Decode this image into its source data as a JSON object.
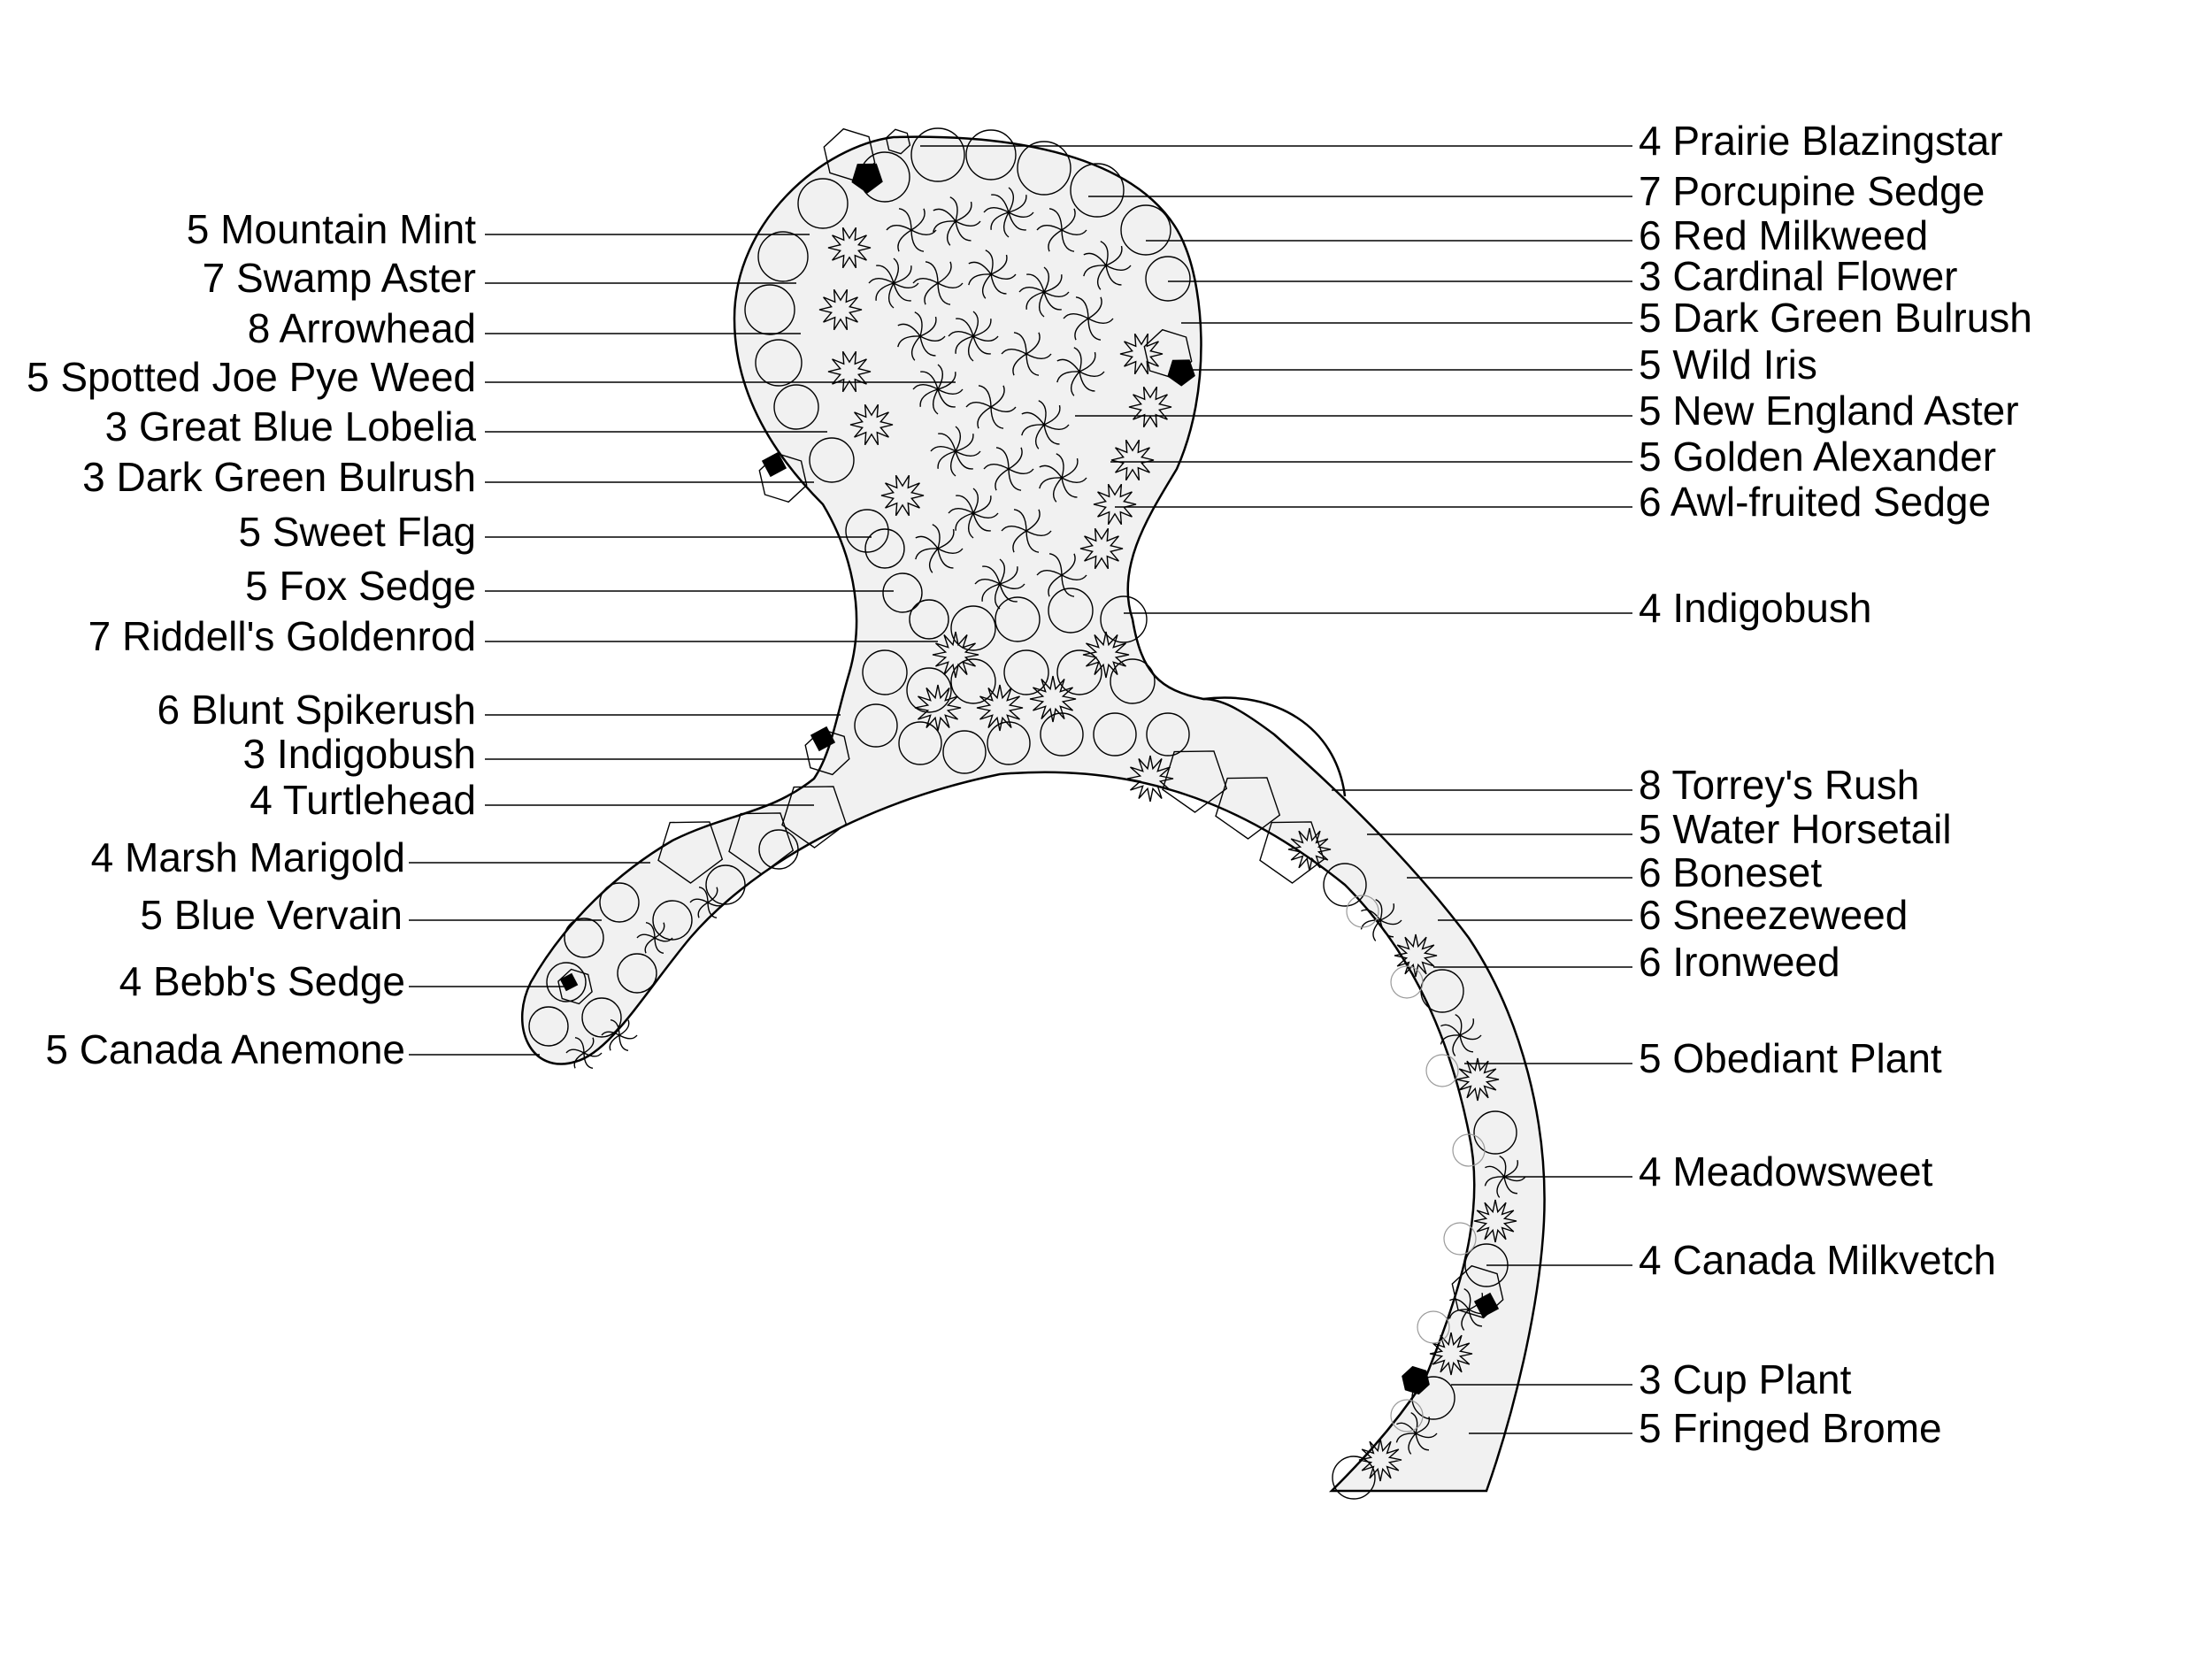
{
  "diagram": {
    "left_labels": [
      "5 Mountain Mint",
      "7 Swamp Aster",
      "8 Arrowhead",
      "5 Spotted Joe Pye Weed",
      "3 Great Blue Lobelia",
      "3 Dark Green Bulrush",
      "5 Sweet Flag",
      "5 Fox Sedge",
      "7 Riddell's Goldenrod",
      "6 Blunt Spikerush",
      "3 Indigobush",
      "4 Turtlehead",
      "4 Marsh Marigold",
      "5 Blue Vervain",
      "4 Bebb's Sedge",
      "5 Canada Anemone"
    ],
    "right_labels": [
      "4 Prairie Blazingstar",
      "7 Porcupine Sedge",
      "6 Red Milkweed",
      "3 Cardinal Flower",
      "5 Dark Green Bulrush",
      "5 Wild Iris",
      "5 New England Aster",
      "5 Golden Alexander",
      "6 Awl-fruited Sedge",
      "4 Indigobush",
      "8 Torrey's Rush",
      "5 Water Horsetail",
      "6 Boneset",
      "6 Sneezeweed",
      "6 Ironweed",
      "5 Obediant Plant",
      "4 Meadowsweet",
      "4 Canada Milkvetch",
      "3 Cup Plant",
      "5 Fringed Brome"
    ]
  }
}
